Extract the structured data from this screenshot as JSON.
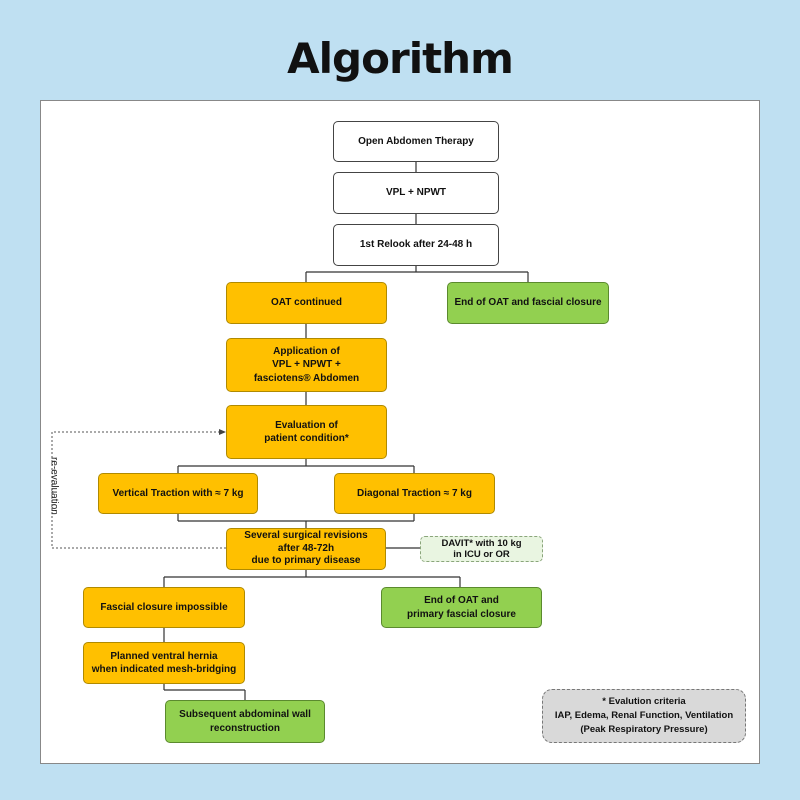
{
  "title": "Algorithm",
  "nodes": {
    "open_abdomen": "Open Abdomen Therapy",
    "vpl_npwt": "VPL + NPWT",
    "relook": "1st Relook after 24-48 h",
    "oat_continued": "OAT continued",
    "end_oat_fascial": "End of OAT and fascial closure",
    "application": [
      "Application of",
      "VPL + NPWT +",
      "fasciotens® Abdomen"
    ],
    "evaluation": [
      "Evaluation of",
      "patient condition*"
    ],
    "vertical_traction": "Vertical Traction with ≈ 7 kg",
    "diagonal_traction": "Diagonal Traction ≈ 7 kg",
    "surgical_revisions": [
      "Several surgical revisions",
      "after 48-72h",
      "due to primary disease"
    ],
    "davit": [
      "DAVIT* with 10 kg",
      "in ICU or OR"
    ],
    "fascial_impossible": "Fascial closure impossible",
    "end_oat_primary": [
      "End of OAT and",
      "primary fascial closure"
    ],
    "planned_hernia": [
      "Planned ventral hernia",
      "when indicated mesh-bridging"
    ],
    "subsequent_reconstruction": [
      "Subsequent abdominal wall",
      "reconstruction"
    ],
    "re_evaluation": "re-evaluation"
  },
  "criteria": {
    "heading": "* Evalution criteria",
    "line1": "IAP, Edema, Renal Function, Ventilation",
    "line2": "(Peak Respiratory Pressure)"
  },
  "colors": {
    "background": "#bfe0f2",
    "orange": "#ffc000",
    "green": "#92d050",
    "light_green": "#e9f5e1",
    "grey": "#d9d9d9"
  }
}
